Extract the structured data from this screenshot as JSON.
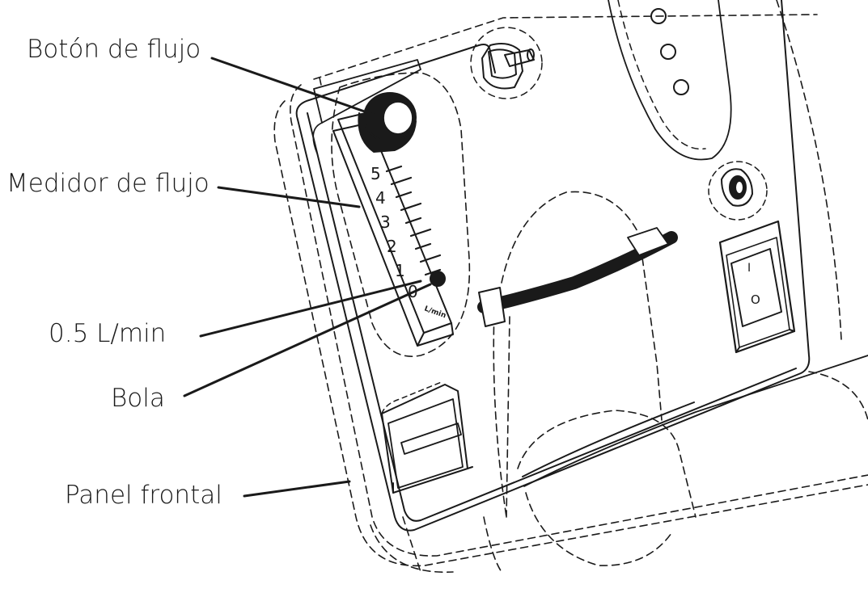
{
  "callouts": {
    "flow_knob": "Botón de flujo",
    "flow_meter": "Medidor de flujo",
    "flow_rate": "0.5 L/min",
    "ball": "Bola",
    "front_panel": "Panel frontal"
  },
  "meter": {
    "scale_numbers": [
      "5",
      "4",
      "3",
      "2",
      "1",
      "0"
    ],
    "unit_label": "L/min"
  },
  "switch": {
    "on_mark": "I",
    "off_mark": "O"
  },
  "colors": {
    "ink": "#1a1a1a",
    "background": "#ffffff"
  }
}
